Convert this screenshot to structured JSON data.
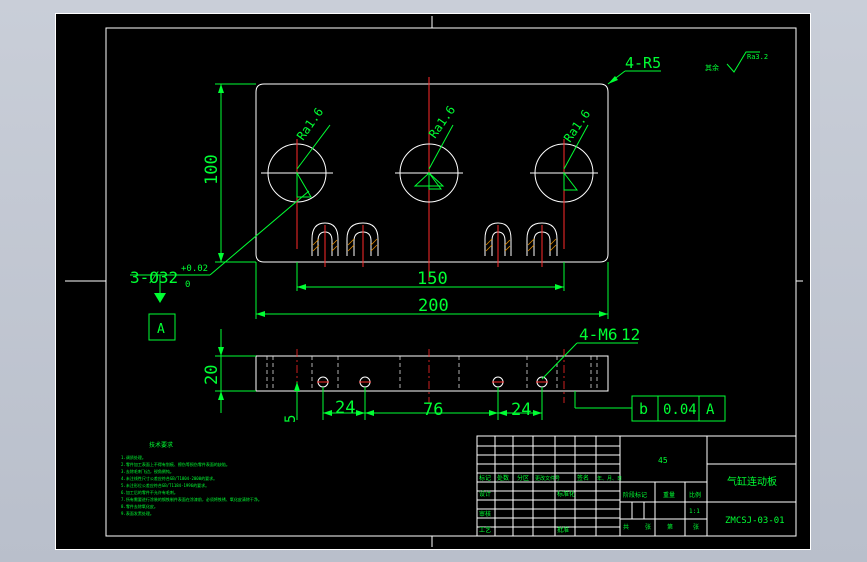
{
  "dimensions": {
    "d100": "100",
    "d150": "150",
    "d200": "200",
    "d20": "20",
    "d5": "5",
    "d24a": "24",
    "d76": "76",
    "d24b": "24",
    "r5": "4-R5",
    "hole_dia": "3-Ø32",
    "tol_up": "+0.02",
    "tol_low": "0",
    "thread": "4-M6",
    "thread_depth": "12",
    "roughness_general": "Ra3.2",
    "roughness_other": "其余",
    "ra16a": "Ra1.6",
    "ra16b": "Ra1.6",
    "ra16c": "Ra1.6"
  },
  "datum": {
    "label": "A"
  },
  "tolerance_frame": {
    "symbol": "b",
    "value": "0.04",
    "datum": "A"
  },
  "title_block": {
    "material": "45",
    "part_name": "气缸连动板",
    "drawing_no": "ZMCSJ-03-01",
    "scale": "1:1",
    "scale_label": "比例",
    "weight_label": "重量",
    "stage_label": "阶段标记",
    "row_labels": [
      "标记",
      "处数",
      "分区",
      "更改文件号",
      "签名",
      "年、月、日"
    ],
    "designer_label": "设计",
    "standardize_label": "标准化",
    "review_label": "审核",
    "process_label": "工艺",
    "approve_label": "批准",
    "sheet_total": "共",
    "sheet_word": "张",
    "sheet_no": "第"
  },
  "notes": {
    "title": "技术要求",
    "lines": [
      "1.调质处理。",
      "2.零件加工表面上不得有划痕、擦伤等损伤零件表面的缺陷。",
      "3.去除毛刺飞边，锐角倒钝。",
      "4.未注线性尺寸公差应符合GB/T1804-2000的要求。",
      "5.未注形位公差应符合GB/T1184-1996的要求。",
      "6.加工后的零件不允许有毛刺。",
      "7.所有需要进行涂装的钢铁制件表面在涂漆前，必须将铁锈、氧化皮清除干净。",
      "8.零件去除氧化皮。",
      "9.表面发黑处理。"
    ]
  }
}
